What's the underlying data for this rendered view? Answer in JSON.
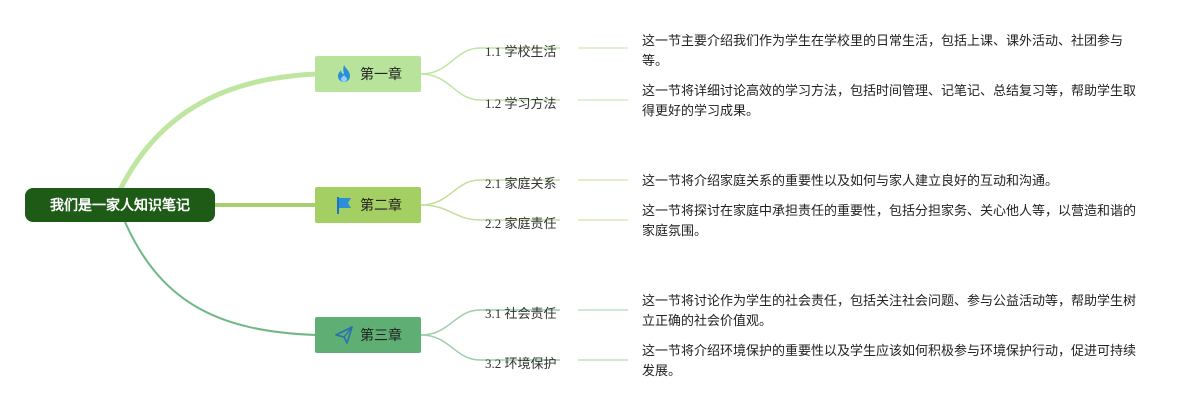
{
  "root": {
    "label": "我们是一家人知识笔记"
  },
  "colors": {
    "root_bg": "#1e5b17",
    "chapter1": "#b8e39a",
    "chapter2": "#a3cf63",
    "chapter3": "#5fae73",
    "line1": "#bfe6a0",
    "line2": "#a6d070",
    "line3": "#6fb886"
  },
  "chapters": [
    {
      "label": "第一章",
      "icon": "flame-icon",
      "sections": [
        {
          "label": "1.1 学校生活",
          "description": "这一节主要介绍我们作为学生在学校里的日常生活，包括上课、课外活动、社团参与等。"
        },
        {
          "label": "1.2 学习方法",
          "description": "这一节将详细讨论高效的学习方法，包括时间管理、记笔记、总结复习等，帮助学生取得更好的学习成果。"
        }
      ]
    },
    {
      "label": "第二章",
      "icon": "flag-icon",
      "sections": [
        {
          "label": "2.1 家庭关系",
          "description": "这一节将介绍家庭关系的重要性以及如何与家人建立良好的互动和沟通。"
        },
        {
          "label": "2.2 家庭责任",
          "description": "这一节将探讨在家庭中承担责任的重要性，包括分担家务、关心他人等，以营造和谐的家庭氛围。"
        }
      ]
    },
    {
      "label": "第三章",
      "icon": "paper-plane-icon",
      "sections": [
        {
          "label": "3.1 社会责任",
          "description": "这一节将讨论作为学生的社会责任，包括关注社会问题、参与公益活动等，帮助学生树立正确的社会价值观。"
        },
        {
          "label": "3.2 环境保护",
          "description": "这一节将介绍环境保护的重要性以及学生应该如何积极参与环境保护行动，促进可持续发展。"
        }
      ]
    }
  ]
}
